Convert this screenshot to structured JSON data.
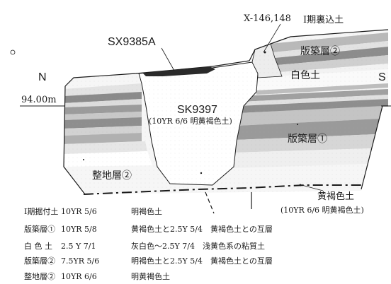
{
  "diagram": {
    "orientation": {
      "north": "N",
      "south": "S"
    },
    "elevation": "94.00m",
    "grid_point": "X-146,148",
    "feature_top": "SX9385A",
    "pit": {
      "name": "SK9397",
      "soil": "(10YR 6/6 明黄褐色土)"
    },
    "layer_labels": {
      "fill_phase1": "I期裏込土",
      "rammed2": "版築層②",
      "white": "白色土",
      "rammed1": "版築層①",
      "leveling2": "整地層②",
      "yellowbrown": "黄褐色土",
      "yellowbrown_code": "(10YR 6/6 明黄褐色土)"
    },
    "colors": {
      "dark_band": "#8c8c8c",
      "mid_band": "#b9b9b9",
      "light_band": "#dcdcdc",
      "black_feature": "#2a2a2a"
    }
  },
  "legend": [
    {
      "name": "I期据付土",
      "code": "10YR 5/6",
      "desc": "明褐色土"
    },
    {
      "name": "版築層①",
      "code": "10YR 5/8",
      "desc": "黄褐色土と2.5Y 5/4　黄褐色土との互層"
    },
    {
      "name": "白 色 土",
      "code": "2.5 Y  7/1",
      "desc": "灰白色～2.5Y 7/4　浅黄色系の粘質土"
    },
    {
      "name": "版築層②",
      "code": "7.5YR 5/6",
      "desc": "明褐色土と2.5Y 5/4　黄褐色土との互層"
    },
    {
      "name": "整地層②",
      "code": "10YR 6/6",
      "desc": "明黄褐色土"
    }
  ]
}
